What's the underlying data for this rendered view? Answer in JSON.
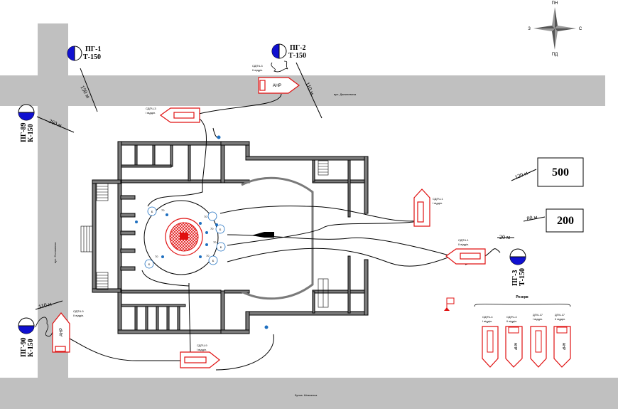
{
  "compass": {
    "north": "ПН",
    "south": "ПД",
    "west": "З",
    "east": "С"
  },
  "streets": {
    "top": "вул. Данилевича",
    "left": "вул. Соломенка",
    "bottom": "бульв. Шевченка"
  },
  "hydrants": {
    "pg1": {
      "name": "ПГ-1",
      "type": "Т-150",
      "distance": "150 м"
    },
    "pg2": {
      "name": "ПГ-2",
      "type": "Т-150",
      "distance": "110 м"
    },
    "pg3": {
      "name": "ПГ-3",
      "type": "Т-150",
      "distance": "20 м"
    },
    "pg89": {
      "name": "ПГ-89",
      "type": "К-150",
      "distance": "260 м"
    },
    "pg90": {
      "name": "ПГ-90",
      "type": "К-150",
      "distance": "110 м"
    }
  },
  "far_sources": {
    "source500": {
      "value": "500",
      "distance": "120 м"
    },
    "source200": {
      "value": "200",
      "distance": "80 м"
    }
  },
  "vehicles": {
    "anr_top": {
      "code": "АНР",
      "unit": "СДПЧ-3",
      "sub": "II відділ."
    },
    "ac_top_left": {
      "unit": "СДПЧ-3",
      "sub": "I відділ."
    },
    "ac_right": {
      "unit": "СДПЧ-1",
      "sub": "I відділ."
    },
    "ac_right_lower": {
      "unit": "СДПЧ-1",
      "sub": "II відділ."
    },
    "anr_left": {
      "code": "АНР",
      "unit": "СДПЧ-9",
      "sub": "II відділ."
    },
    "ac_bottom": {
      "unit": "СДПЧ-9",
      "sub": "I відділ."
    }
  },
  "reserve": {
    "title": "Резерв",
    "units": [
      {
        "unit": "СДПЧ-4",
        "sub": "I відділ.",
        "code": ""
      },
      {
        "unit": "СДПЧ-4",
        "sub": "II відділ.",
        "code": "АНР"
      },
      {
        "unit": "ДПЧ-17",
        "sub": "I відділ.",
        "code": ""
      },
      {
        "unit": "ДПЧ-17",
        "sub": "II відділ.",
        "code": "АНР"
      }
    ]
  },
  "nozzles": {
    "outer": [
      "Б",
      "Б",
      "Б",
      "Б",
      "Б"
    ],
    "inner": [
      "70",
      "70",
      "70",
      "70",
      "70",
      "70"
    ]
  },
  "colors": {
    "road": "#c0c0c0",
    "vehicle": "#e01010",
    "hydrant": "#1010d0",
    "nozzle": "#1e6fc0",
    "wall": "#7a7a7a",
    "fire": "#e01010"
  }
}
